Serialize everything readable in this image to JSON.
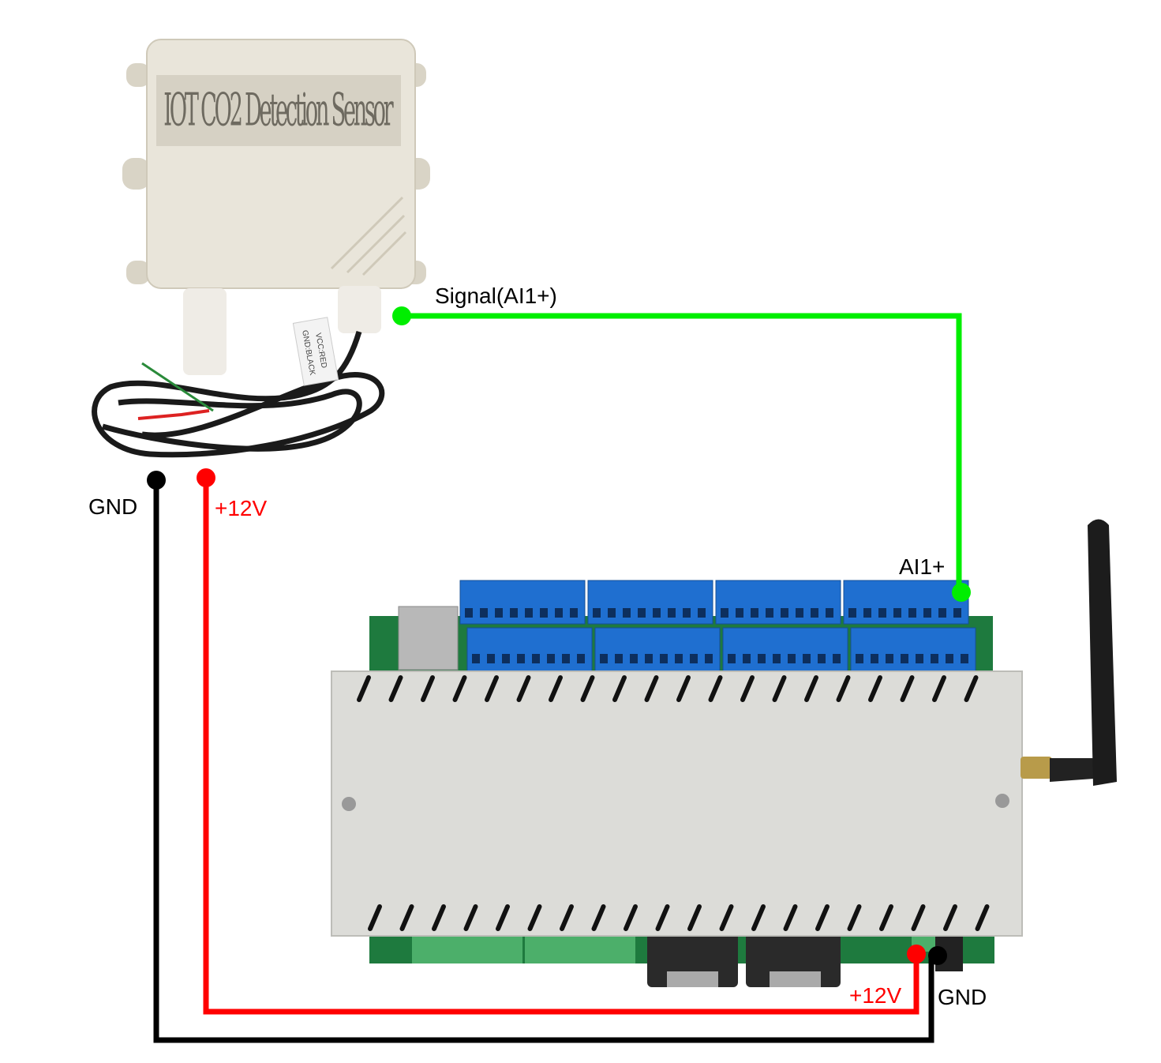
{
  "sensor": {
    "label": "IOT CO2 Detection Sensor",
    "cable_tag_line1": "VCC:RED",
    "cable_tag_line2": "GND:BLACK"
  },
  "wires": {
    "signal_label": "Signal(AI1+)",
    "sensor_gnd_label": "GND",
    "sensor_vcc_label": "+12V",
    "board_ai_label": "AI1+",
    "board_vcc_label": "+12V",
    "board_gnd_label": "GND"
  },
  "colors": {
    "signal": "#00ee00",
    "power": "#ff0000",
    "ground": "#000000",
    "terminal_blue": "#1f6fd0",
    "pcb_green": "#1e7a3e",
    "case_gray": "#dcdcd8"
  }
}
